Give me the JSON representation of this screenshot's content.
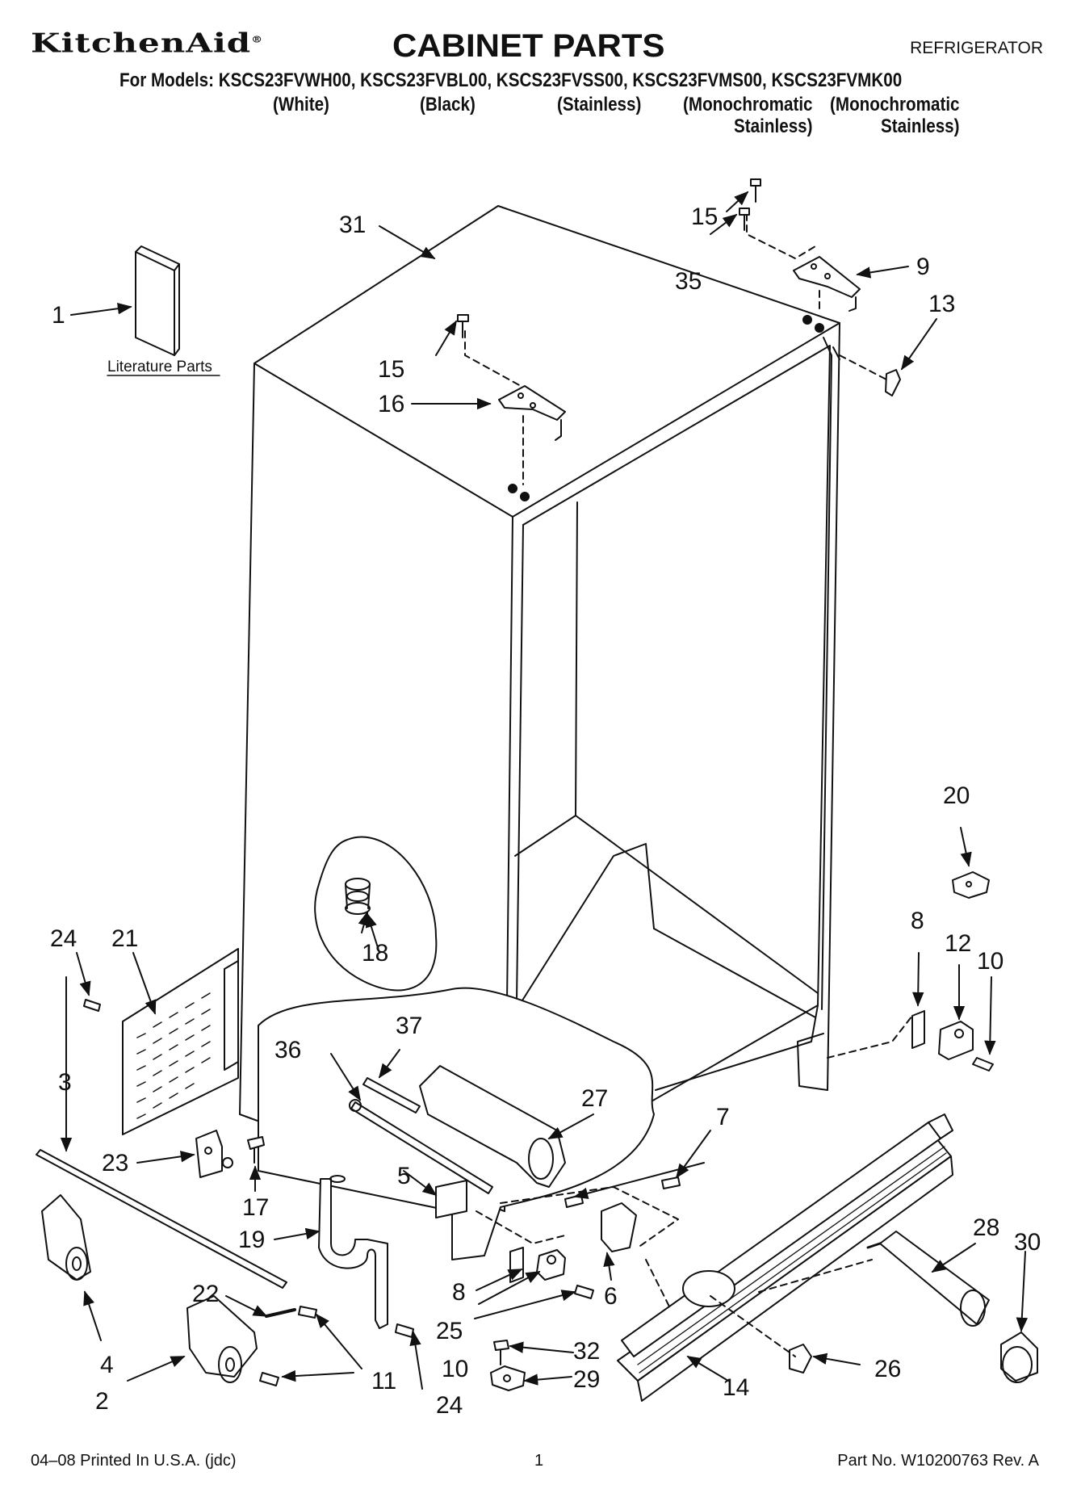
{
  "header": {
    "brand": "KitchenAid",
    "brand_mark": "®",
    "title": "CABINET PARTS",
    "category": "REFRIGERATOR",
    "models_line": "For Models: KSCS23FVWH00, KSCS23FVBL00, KSCS23FVSS00, KSCS23FVMS00, KSCS23FVMK00",
    "variants": [
      {
        "line1": "(White)",
        "line2": ""
      },
      {
        "line1": "(Black)",
        "line2": ""
      },
      {
        "line1": "(Stainless)",
        "line2": ""
      },
      {
        "line1": "(Monochromatic",
        "line2": "Stainless)"
      },
      {
        "line1": "(Monochromatic",
        "line2": "Stainless)"
      }
    ]
  },
  "diagram": {
    "literature_label": "Literature Parts",
    "callouts": [
      "1",
      "2",
      "3",
      "4",
      "5",
      "6",
      "7",
      "8",
      "8",
      "9",
      "10",
      "10",
      "11",
      "12",
      "13",
      "14",
      "15",
      "15",
      "16",
      "17",
      "18",
      "19",
      "20",
      "21",
      "22",
      "23",
      "24",
      "24",
      "25",
      "26",
      "27",
      "28",
      "29",
      "30",
      "31",
      "32",
      "35",
      "36",
      "37"
    ]
  },
  "footer": {
    "print_info": "04–08 Printed In U.S.A. (jdc)",
    "page_number": "1",
    "part_number": "Part No. W10200763 Rev. A"
  }
}
